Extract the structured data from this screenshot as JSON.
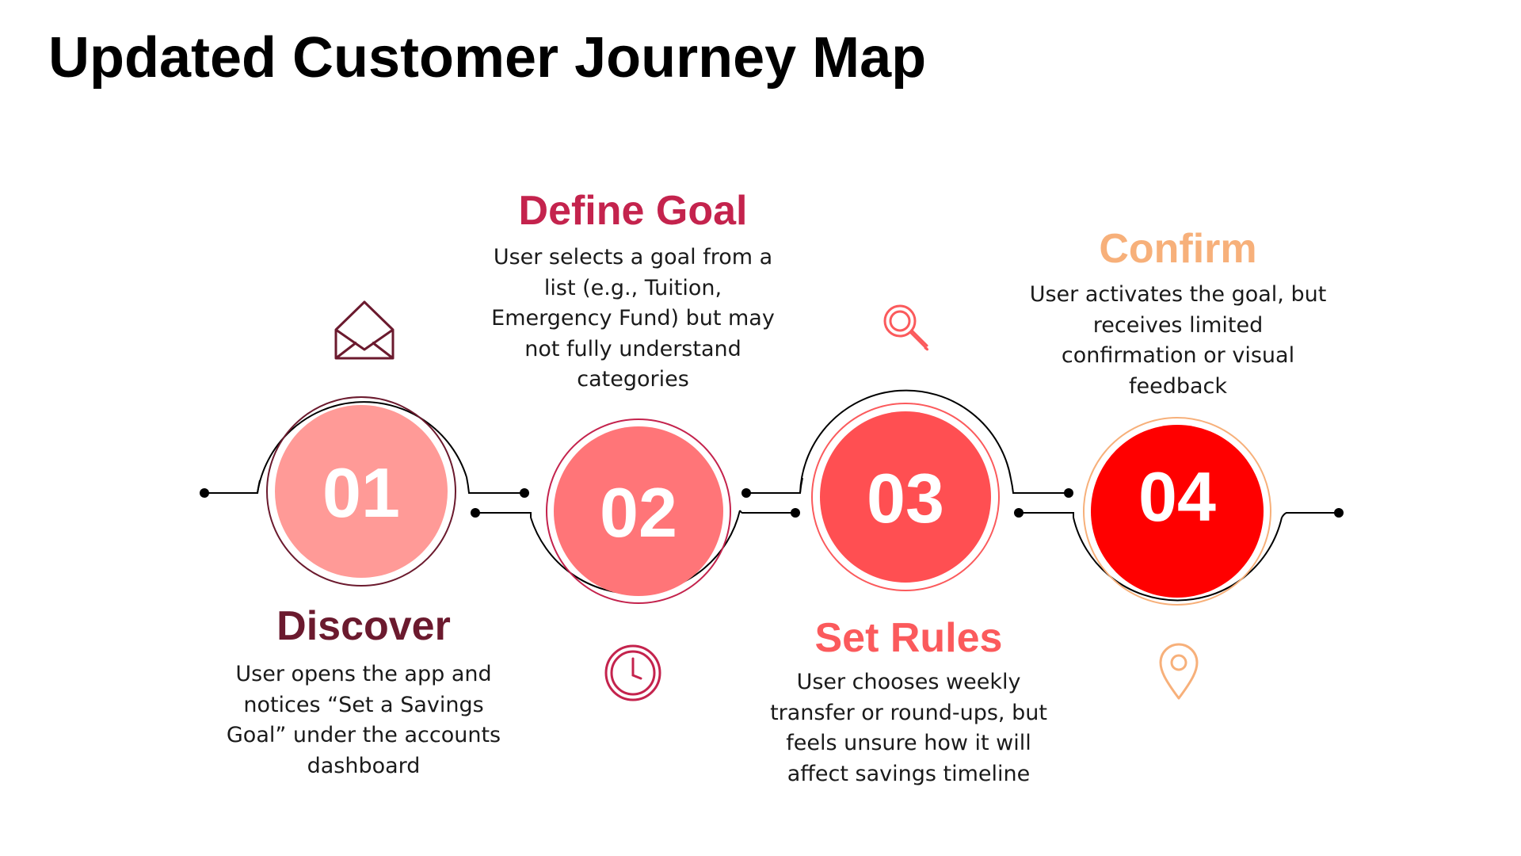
{
  "title": "Updated Customer Journey Map",
  "colors": {
    "step1": "#ff9a97",
    "step2": "#ff7578",
    "step3": "#ff4f52",
    "step4": "#ff0000",
    "discover_title": "#6b1a2e",
    "define_title": "#c4234d",
    "setrules_title": "#fb5a5c",
    "confirm_title": "#f7b07a",
    "connector": "#000000"
  },
  "steps": [
    {
      "number": "01",
      "title": "Discover",
      "description": "User opens the app and notices “Set a Savings Goal” under the accounts dashboard",
      "icon": "envelope-icon"
    },
    {
      "number": "02",
      "title": "Define Goal",
      "description": "User selects a goal from a list (e.g., Tuition, Emergency Fund) but may not fully understand categories",
      "icon": "clock-icon"
    },
    {
      "number": "03",
      "title": "Set Rules",
      "description": "User chooses weekly transfer or round-ups, but feels unsure how it will affect savings timeline",
      "icon": "magnifier-icon"
    },
    {
      "number": "04",
      "title": "Confirm",
      "description": "User activates the goal, but receives limited confirmation or visual feedback",
      "icon": "location-pin-icon"
    }
  ]
}
